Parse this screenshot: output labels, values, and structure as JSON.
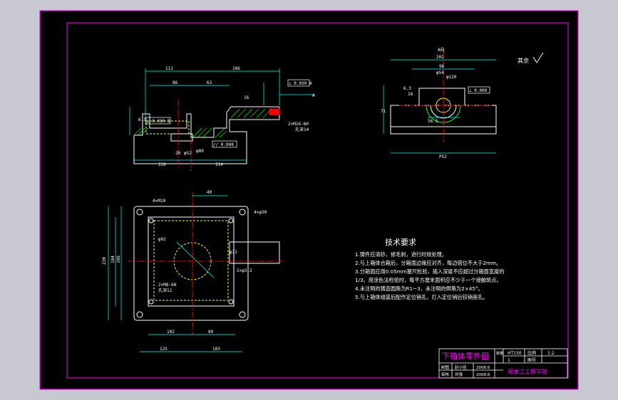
{
  "colors": {
    "background": "#000000",
    "frame": "#ff00ff",
    "geometry": "#ffffff",
    "dimension": "#00ffff",
    "text": "#ffffff",
    "center_line": "#ff0000",
    "hidden": "#ffff00",
    "hatch": "#00ff00",
    "title_text": "#ff00ff"
  },
  "front_view": {
    "dims": [
      "111",
      "186",
      "86",
      "63",
      "136",
      "114",
      "16",
      "6.3",
      "20",
      "φ52",
      "φ80",
      "2×M16-6H",
      "孔深14"
    ],
    "gdt": [
      "⊥ 0.030 A",
      "⊥ 0.030 B",
      "// 0.008"
    ],
    "datum": "A"
  },
  "side_view": {
    "dims": [
      "A向",
      "202",
      "96",
      "φ54",
      "φ120",
      "56.5",
      "71",
      "16",
      "6.3",
      "P52"
    ],
    "gdt": [
      "⊥ 0.008"
    ]
  },
  "top_view": {
    "dims": [
      "4×M10",
      "40",
      "4×φ30",
      "φ92",
      "φ72",
      "2×M8-6H",
      "孔深12",
      "2×φ3.2",
      "230",
      "184",
      "166",
      "102",
      "80",
      "125",
      "103"
    ]
  },
  "roughness_note": "其余",
  "tech_requirements": {
    "title": "技术要求",
    "items": [
      "1.铸件应清砂，修毛刺，进行时效处理。",
      "2.与上箱体合箱后，分箱面边缘应对齐，每边错位不大于2mm。",
      "3.分箱面应用0.05mm塞尺检验，插入深度不应超过分箱面宽度的",
      "1/3。用涂色法检验时，每平方厘米面积应不少于一个接触斑点。",
      "4.未注明的铸造圆角为R1~3，未注明的倒角为2×45°。",
      "5.与上箱体组装后配作定位销孔，打入定位销后铰销座孔。"
    ]
  },
  "title_block": {
    "name": "下箱体零件图",
    "material": "HT150",
    "ratio_label": "比例",
    "ratio": "1:2",
    "qty_label": "数量",
    "qty": "1",
    "drawing_no_label": "图号",
    "draw_label": "制图",
    "draw_person": "赵小佳",
    "draw_date": "2008.6",
    "check_label": "审核",
    "check_person": "刘强",
    "check_date": "2008.6",
    "school": "黑龙江工程学院"
  }
}
